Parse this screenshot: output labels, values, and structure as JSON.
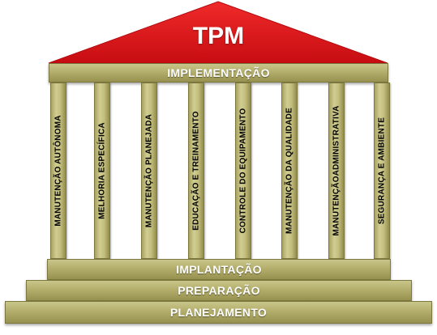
{
  "roof": {
    "title": "TPM",
    "color": "#e8111d"
  },
  "beam": {
    "label": "IMPLEMENTAÇÃO"
  },
  "pillars": [
    "MANUTENÇÃO AUTÔNOMA",
    "MELHORIA ESPECÍFICA",
    "MANUTENÇÃO PLANEJADA",
    "EDUCAÇÃO E TREINAMENTO",
    "CONTROLE DO EQUIPAMENTO",
    "MANUTENÇÃO DA QUALIDADE",
    "MANUTENÇÃOADMINISTRATIVA",
    "SEGURANÇA E AMBIENTE"
  ],
  "steps": [
    "IMPLANTAÇÃO",
    "PREPARAÇÃO",
    "PLANEJAMENTO"
  ],
  "colors": {
    "structure": "#b3ae6b",
    "roof": "#e8111d"
  }
}
